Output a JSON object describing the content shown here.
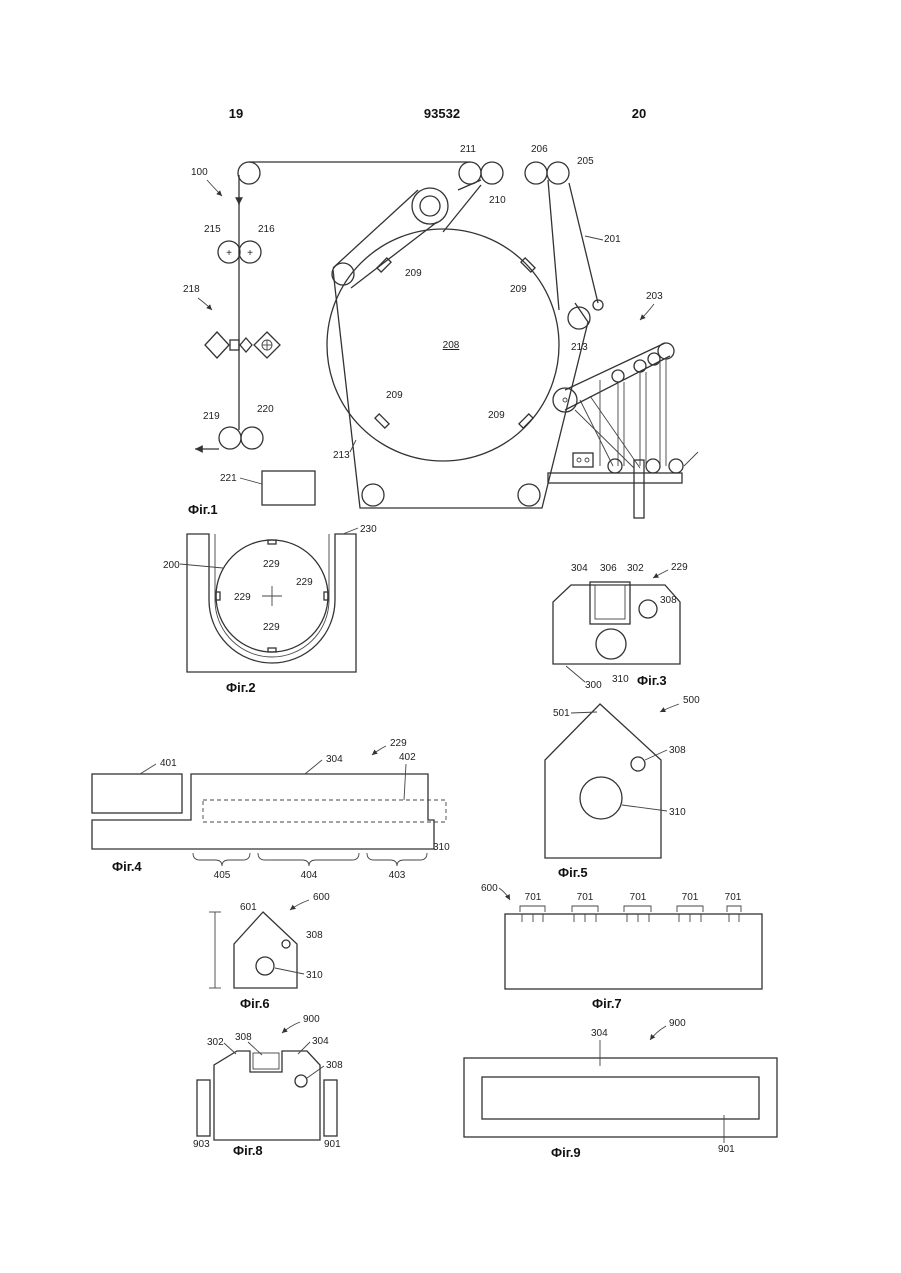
{
  "header": {
    "left_page": "19",
    "patent_number": "93532",
    "right_page": "20"
  },
  "figures": {
    "fig1": {
      "caption": "Фіг.1",
      "labels": {
        "l100": "100",
        "l201": "201",
        "l203": "203",
        "l205": "205",
        "l206": "206",
        "l208": "208",
        "l209": "209",
        "l210": "210",
        "l211": "211",
        "l213": "213",
        "l215": "215",
        "l216": "216",
        "l218": "218",
        "l219": "219",
        "l220": "220",
        "l221": "221"
      }
    },
    "fig2": {
      "caption": "Фіг.2",
      "labels": {
        "l200": "200",
        "l229": "229",
        "l230": "230"
      }
    },
    "fig3": {
      "caption": "Фіг.3",
      "labels": {
        "l229": "229",
        "l300": "300",
        "l302": "302",
        "l304": "304",
        "l306": "306",
        "l308": "308",
        "l310": "310"
      }
    },
    "fig4": {
      "caption": "Фіг.4",
      "labels": {
        "l229": "229",
        "l304": "304",
        "l310": "310",
        "l401": "401",
        "l402": "402",
        "l403": "403",
        "l404": "404",
        "l405": "405"
      }
    },
    "fig5": {
      "caption": "Фіг.5",
      "labels": {
        "l308": "308",
        "l310": "310",
        "l500": "500",
        "l501": "501"
      }
    },
    "fig6": {
      "caption": "Фіг.6",
      "labels": {
        "l308": "308",
        "l310": "310",
        "l600": "600",
        "l601": "601"
      }
    },
    "fig7": {
      "caption": "Фіг.7",
      "labels": {
        "l600": "600",
        "l701": "701"
      }
    },
    "fig8": {
      "caption": "Фіг.8",
      "labels": {
        "l302": "302",
        "l304": "304",
        "l308": "308",
        "l900": "900",
        "l901": "901",
        "l903": "903"
      }
    },
    "fig9": {
      "caption": "Фіг.9",
      "labels": {
        "l304": "304",
        "l900": "900",
        "l901": "901"
      }
    }
  }
}
